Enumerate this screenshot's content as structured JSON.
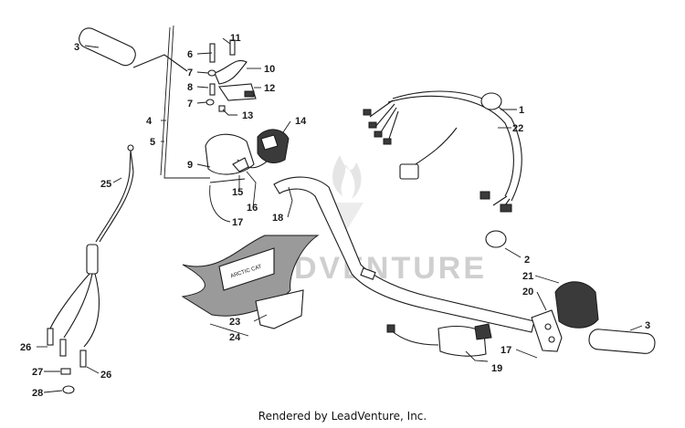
{
  "watermark": "LEADVENTURE",
  "footer": "Rendered by LeadVenture, Inc.",
  "callouts": {
    "c1": "1",
    "c2": "2",
    "c3a": "3",
    "c3b": "3",
    "c4": "4",
    "c5": "5",
    "c6": "6",
    "c7a": "7",
    "c7b": "7",
    "c8": "8",
    "c9": "9",
    "c10": "10",
    "c11": "11",
    "c12": "12",
    "c13": "13",
    "c14": "14",
    "c15": "15",
    "c16": "16",
    "c17a": "17",
    "c17b": "17",
    "c18": "18",
    "c19": "19",
    "c20": "20",
    "c21": "21",
    "c22": "22",
    "c23": "23",
    "c24": "24",
    "c25": "25",
    "c26a": "26",
    "c26b": "26",
    "c27": "27",
    "c28": "28"
  },
  "decal_text": "ARCTIC CAT",
  "icons": [
    "flame-logo-icon"
  ]
}
